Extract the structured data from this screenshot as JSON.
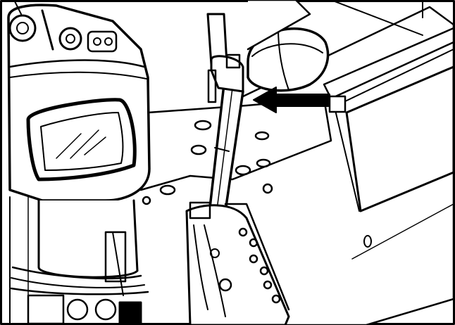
{
  "figure": {
    "style": "black line-art technical illustration on white",
    "colors": {
      "ink": "#000000",
      "paper": "#ffffff"
    },
    "callout": {
      "icon": "arrow-left-icon",
      "direction": "left",
      "target": "upright-pole-top-bracket"
    }
  }
}
